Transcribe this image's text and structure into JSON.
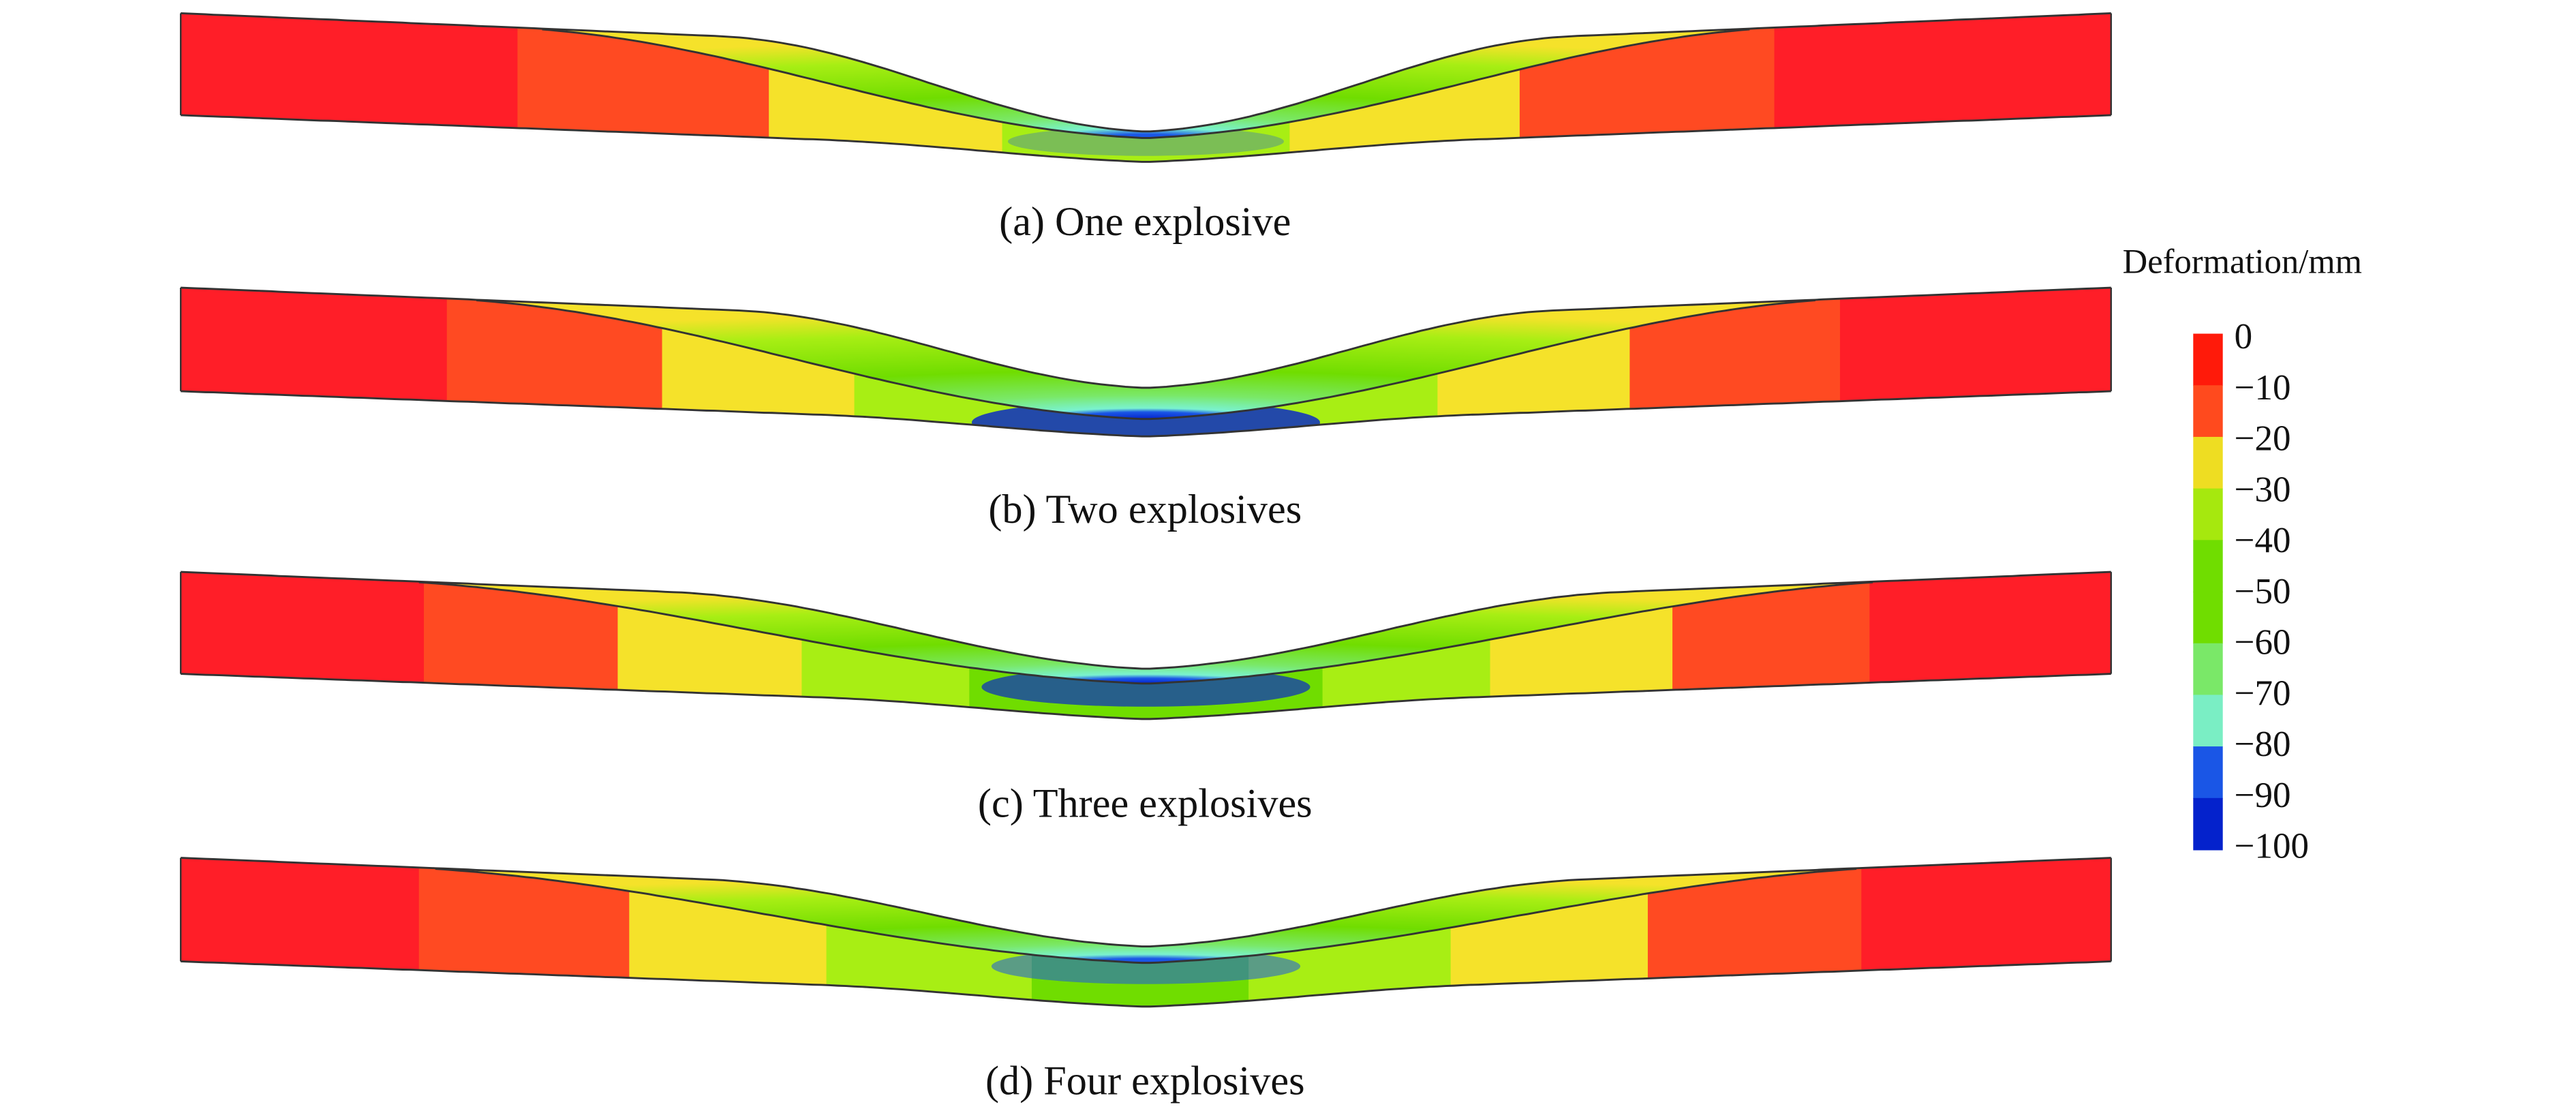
{
  "panels": [
    {
      "caption": "(a) One explosive"
    },
    {
      "caption": "(b) Two explosives"
    },
    {
      "caption": "(c) Three explosives"
    },
    {
      "caption": "(d) Four explosives"
    }
  ],
  "legend": {
    "title": "Deformation/mm",
    "ticks": [
      "0",
      "−10",
      "−20",
      "−30",
      "−40",
      "−50",
      "−60",
      "−70",
      "−80",
      "−90",
      "−100"
    ],
    "colors": [
      "#FF1A0A",
      "#FF4A1E",
      "#EEDD22",
      "#A6E80E",
      "#70DD00",
      "#70DD00",
      "#7AE868",
      "#7AEEC4",
      "#1A56E6",
      "#0422CC"
    ]
  },
  "beam_colors": {
    "red": "#FF1E28",
    "orange": "#FF4A22",
    "yellow": "#F5E22A",
    "yellowgreen": "#A8EE14",
    "green": "#70DD00",
    "lightgreen": "#7AE868",
    "cyan": "#7AF2D0",
    "blue": "#1A56E6",
    "darkblue": "#0422CC"
  }
}
